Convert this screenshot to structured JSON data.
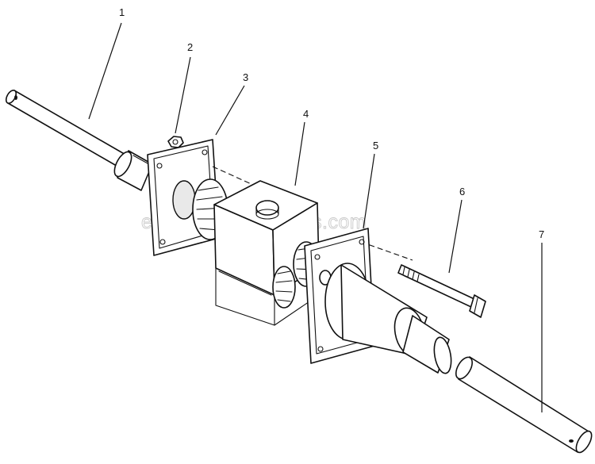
{
  "watermark": "eReplacementParts.com",
  "callouts": [
    "1",
    "2",
    "3",
    "4",
    "5",
    "6",
    "7"
  ]
}
